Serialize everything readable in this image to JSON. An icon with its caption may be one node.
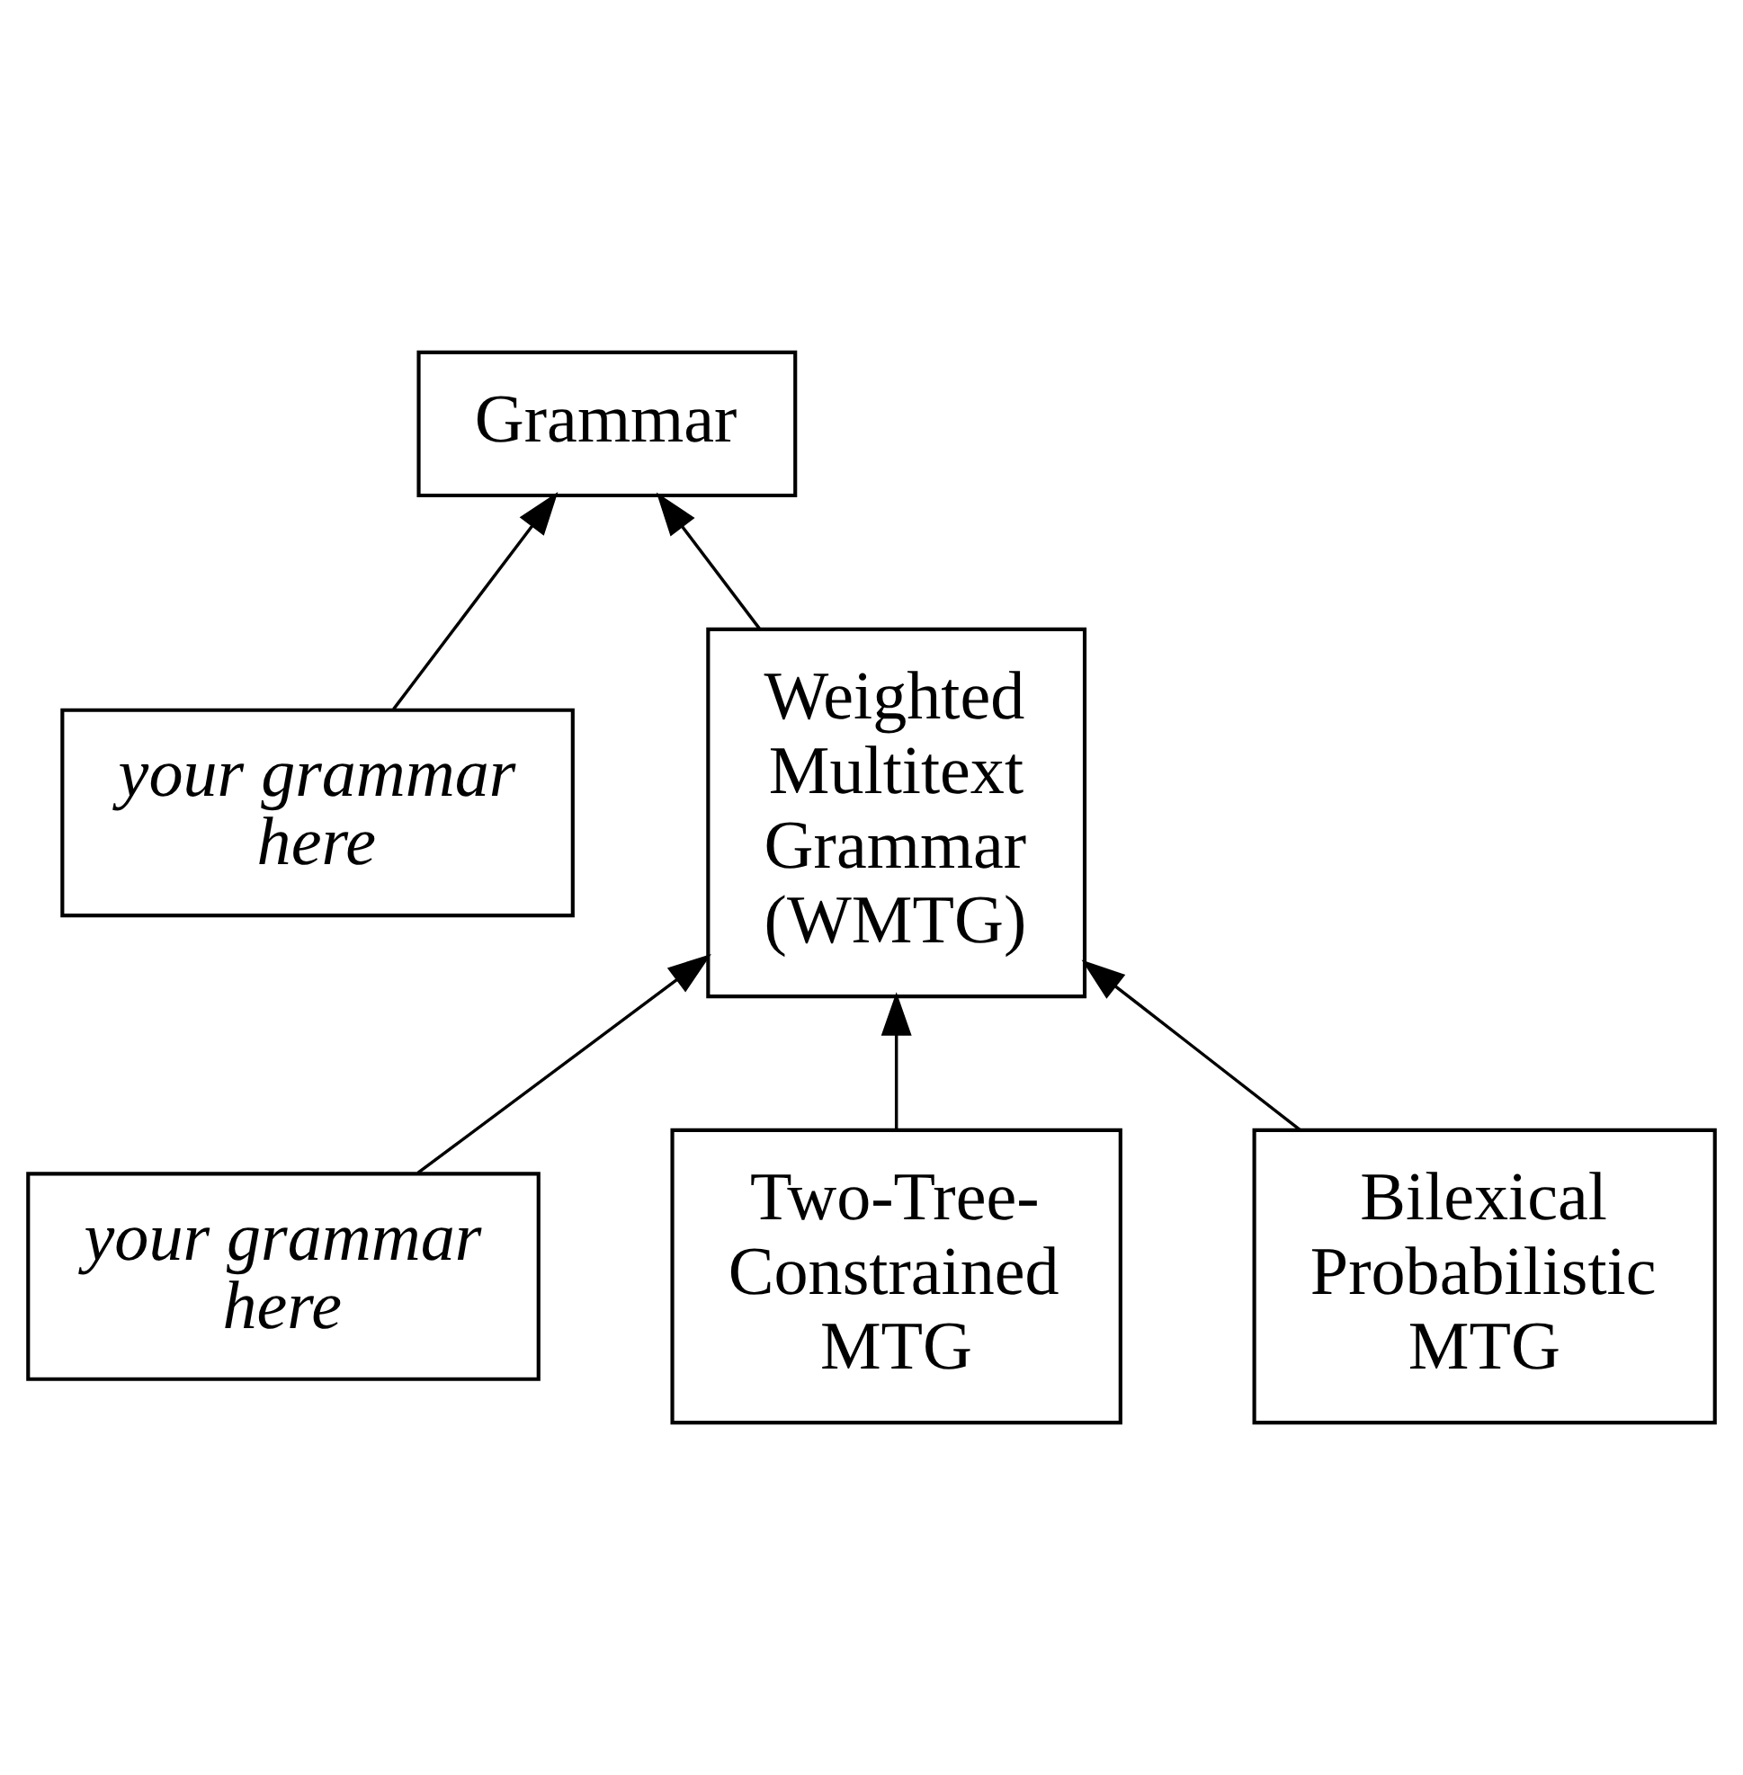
{
  "diagram": {
    "nodes": [
      {
        "text": [
          "Grammar"
        ]
      },
      {
        "text": [
          "your grammar here"
        ]
      },
      {
        "text": [
          "Weighted Multitext Grammar (WMTG)"
        ]
      },
      {
        "text": [
          "your grammar here"
        ]
      },
      {
        "text": [
          "Two-Tree-Constrained MTG"
        ]
      },
      {
        "text": [
          "Bilexical Probabilistic MTG"
        ]
      }
    ],
    "edges": [
      {
        "from": 1,
        "to": 0,
        "arrow": "to"
      },
      {
        "from": 2,
        "to": 0,
        "arrow": "to"
      },
      {
        "from": 3,
        "to": 2,
        "arrow": "to"
      },
      {
        "from": 4,
        "to": 2,
        "arrow": "to"
      },
      {
        "from": 5,
        "to": 2,
        "arrow": "to"
      }
    ]
  }
}
